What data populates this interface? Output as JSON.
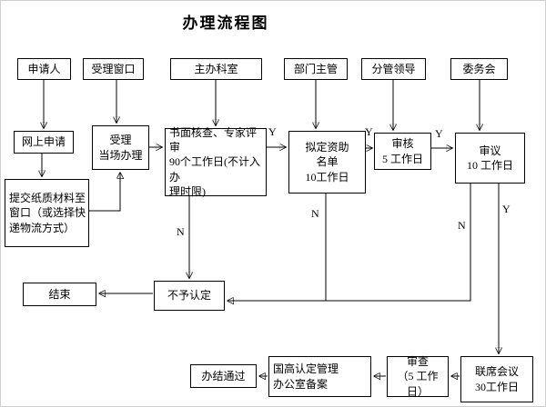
{
  "title": "办理流程图",
  "boxes": {
    "applicant": "申请人",
    "acceptance_window": "受理窗口",
    "main_office": "主办科室",
    "dept_supervisor": "部门主管",
    "leader_in_charge": "分管领导",
    "committee": "委务会",
    "online_application": "网上申请",
    "accept_onsite": "受理\n当场办理",
    "written_review": "书面核查、专家评审\n90个工作日(不计入办\n理时限)",
    "funding_list": "拟定资助\n名单\n10工作日",
    "audit": "审核\n5 工作日",
    "deliberation": "审议\n10 工作日",
    "submit_paper": "提交纸质材料至\n窗口（或选择快\n递物流方式）",
    "end": "结束",
    "not_approved": "不予认定",
    "completed": "办结通过",
    "filing": "国高认定管理\n办公室备案",
    "review": "审查\n（5 工作日）",
    "joint_meeting": "联席会议\n30工作日"
  },
  "branch_labels": {
    "y1": "Y",
    "y2": "Y",
    "y3": "Y",
    "y4": "Y",
    "n1": "N",
    "n2": "N",
    "n3": "N"
  }
}
